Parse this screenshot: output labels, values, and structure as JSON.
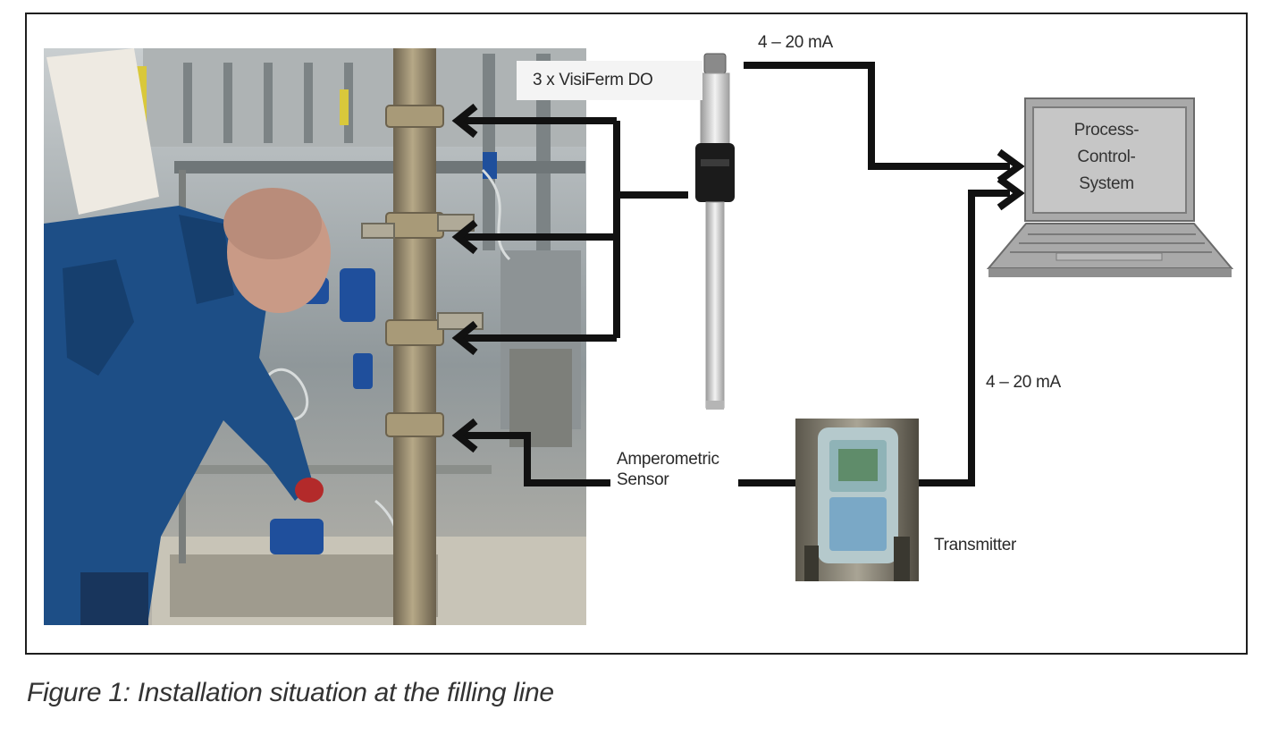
{
  "labels": {
    "sensor_count": "3 x VisiFerm DO",
    "top_signal": "4 – 20 mA",
    "right_signal": "4 – 20 mA",
    "amperometric_line1": "Amperometric",
    "amperometric_line2": "Sensor",
    "transmitter": "Transmitter",
    "pcs_line1": "Process-",
    "pcs_line2": "Control-",
    "pcs_line3": "System"
  },
  "caption": "Figure 1: Installation situation at the filling line",
  "colors": {
    "line": "#111111",
    "laptop_body": "#a9a9a9",
    "laptop_screen": "#c6c6c6",
    "jacket": "#1d4e86",
    "pipe": "#9c8d6c"
  }
}
